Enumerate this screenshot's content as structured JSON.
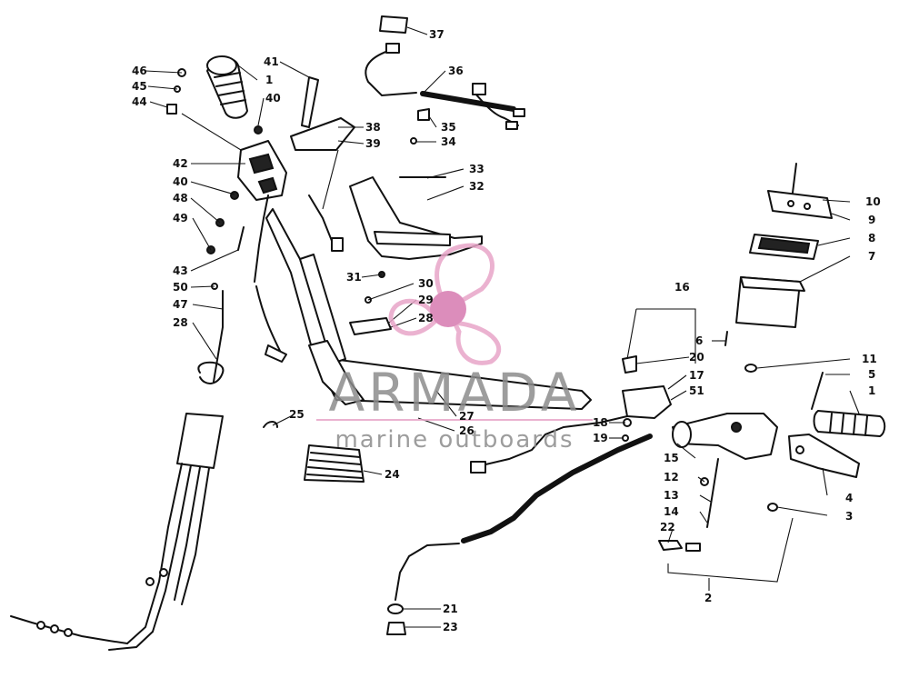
{
  "callouts": [
    {
      "id": "1a",
      "label": "1"
    },
    {
      "id": "1b",
      "label": "1"
    },
    {
      "id": "2",
      "label": "2"
    },
    {
      "id": "3",
      "label": "3"
    },
    {
      "id": "4",
      "label": "4"
    },
    {
      "id": "5",
      "label": "5"
    },
    {
      "id": "6",
      "label": "6"
    },
    {
      "id": "7",
      "label": "7"
    },
    {
      "id": "8",
      "label": "8"
    },
    {
      "id": "9",
      "label": "9"
    },
    {
      "id": "10",
      "label": "10"
    },
    {
      "id": "11",
      "label": "11"
    },
    {
      "id": "12",
      "label": "12"
    },
    {
      "id": "13",
      "label": "13"
    },
    {
      "id": "14",
      "label": "14"
    },
    {
      "id": "15",
      "label": "15"
    },
    {
      "id": "16",
      "label": "16"
    },
    {
      "id": "17",
      "label": "17"
    },
    {
      "id": "18",
      "label": "18"
    },
    {
      "id": "19",
      "label": "19"
    },
    {
      "id": "20",
      "label": "20"
    },
    {
      "id": "21",
      "label": "21"
    },
    {
      "id": "22",
      "label": "22"
    },
    {
      "id": "23",
      "label": "23"
    },
    {
      "id": "24",
      "label": "24"
    },
    {
      "id": "25",
      "label": "25"
    },
    {
      "id": "26",
      "label": "26"
    },
    {
      "id": "27",
      "label": "27"
    },
    {
      "id": "28a",
      "label": "28"
    },
    {
      "id": "28b",
      "label": "28"
    },
    {
      "id": "29",
      "label": "29"
    },
    {
      "id": "30",
      "label": "30"
    },
    {
      "id": "31",
      "label": "31"
    },
    {
      "id": "32",
      "label": "32"
    },
    {
      "id": "33",
      "label": "33"
    },
    {
      "id": "34",
      "label": "34"
    },
    {
      "id": "35",
      "label": "35"
    },
    {
      "id": "36",
      "label": "36"
    },
    {
      "id": "37",
      "label": "37"
    },
    {
      "id": "38",
      "label": "38"
    },
    {
      "id": "39",
      "label": "39"
    },
    {
      "id": "40a",
      "label": "40"
    },
    {
      "id": "40b",
      "label": "40"
    },
    {
      "id": "41",
      "label": "41"
    },
    {
      "id": "42",
      "label": "42"
    },
    {
      "id": "43",
      "label": "43"
    },
    {
      "id": "44",
      "label": "44"
    },
    {
      "id": "45",
      "label": "45"
    },
    {
      "id": "46",
      "label": "46"
    },
    {
      "id": "47",
      "label": "47"
    },
    {
      "id": "48",
      "label": "48"
    },
    {
      "id": "49",
      "label": "49"
    },
    {
      "id": "50",
      "label": "50"
    },
    {
      "id": "51",
      "label": "51"
    }
  ],
  "watermark": {
    "brand": "ARMADA",
    "tagline": "marine outboards",
    "colors": {
      "text": "#8c8c8c",
      "accent": "#e8a5c8",
      "accent_dark": "#d77ab0"
    }
  },
  "colors": {
    "line_art": "#111111",
    "background": "#ffffff"
  }
}
